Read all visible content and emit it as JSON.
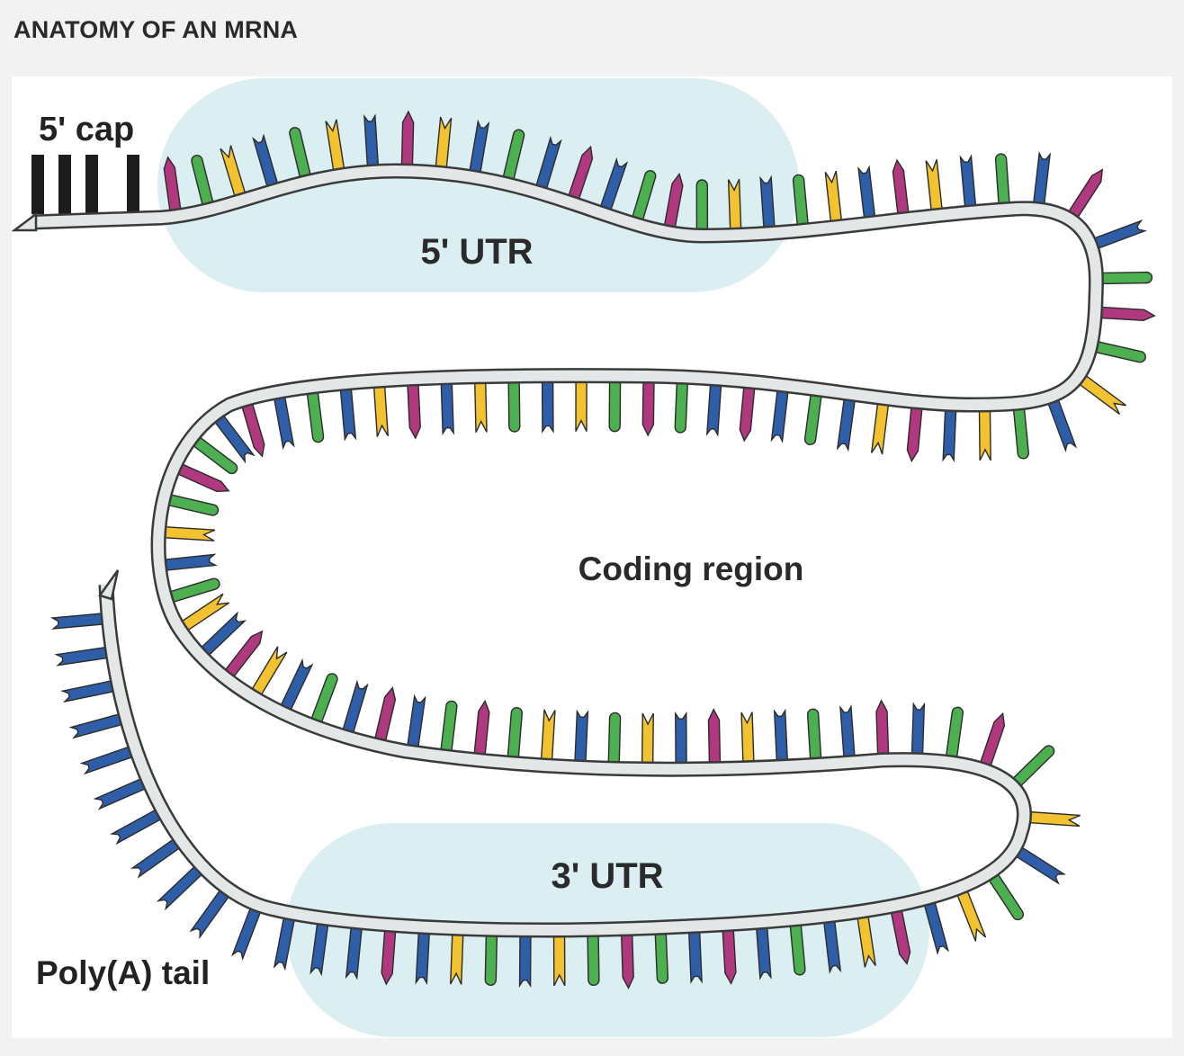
{
  "title": "ANATOMY OF AN MRNA",
  "labels": {
    "cap": "5' cap",
    "utr5": "5' UTR",
    "coding": "Coding region",
    "utr3": "3' UTR",
    "polya": "Poly(A) tail"
  },
  "colors": {
    "background": "#f2f2f2",
    "panel": "#ffffff",
    "region_highlight": "#dbeef2",
    "backbone_fill": "#e3e7e8",
    "backbone_outline": "#3a3a3a",
    "cap": "#1c1c1c",
    "base_green": "#4caf50",
    "base_blue": "#2f5ea8",
    "base_magenta": "#b0387e",
    "base_yellow": "#f2c230"
  },
  "nucleotide_shapes": {
    "green": "rounded",
    "blue": "notched",
    "magenta": "pointed",
    "yellow": "forked"
  }
}
